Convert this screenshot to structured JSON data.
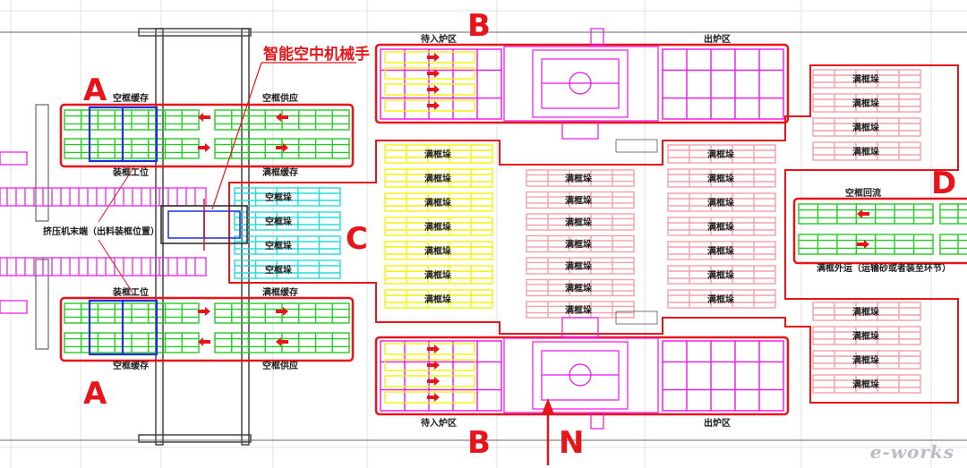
{
  "title": "智能空中机械手",
  "zones": {
    "A": "A",
    "B": "B",
    "C": "C",
    "D": "D",
    "N": "N"
  },
  "labels": {
    "empty_cache": "空框缓存",
    "empty_supply": "空框供应",
    "full_cache": "满框缓存",
    "load_station": "装框工位",
    "extruder_end": "挤压机末端（出料装框位置）",
    "waiting_zone": "待入炉区",
    "exit_zone": "出炉区",
    "full_frame": "满框垛",
    "empty_frame": "空框垛",
    "empty_return": "空框回流",
    "full_out": "满框外运（运输砂或者装至环节）"
  },
  "watermark": "e-works",
  "colors": {
    "red": "#e8141a",
    "green": "#22cc22",
    "blue": "#1d2fe0",
    "magenta": "#ee11ee",
    "yellow": "#f4f400",
    "cyan": "#22dddd",
    "pink": "#f2a0a8",
    "gray": "#555555"
  }
}
